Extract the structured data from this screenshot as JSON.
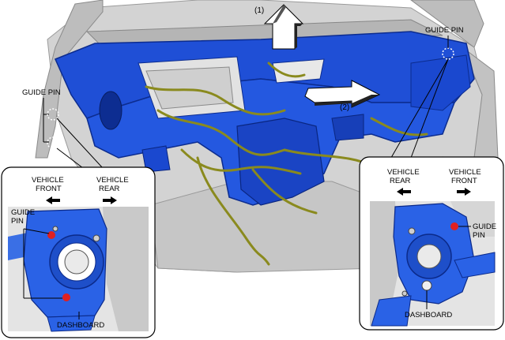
{
  "figure": {
    "callout_1": "(1)",
    "callout_2": "(2)",
    "guide_pin_top_right": "GUIDE PIN",
    "guide_pin_left": "GUIDE PIN"
  },
  "inset_left": {
    "vehicle_front_line1": "VEHICLE",
    "vehicle_front_line2": "FRONT",
    "vehicle_rear_line1": "VEHICLE",
    "vehicle_rear_line2": "REAR",
    "guide_pin_line1": "GUIDE",
    "guide_pin_line2": "PIN",
    "dashboard": "DASHBOARD"
  },
  "inset_right": {
    "vehicle_rear_line1": "VEHICLE",
    "vehicle_rear_line2": "REAR",
    "vehicle_front_line1": "VEHICLE",
    "vehicle_front_line2": "FRONT",
    "guide_pin_line1": "GUIDE",
    "guide_pin_line2": "PIN",
    "dashboard": "DASHBOARD"
  },
  "colors": {
    "dashboard_blue": "#1f4fd6",
    "dashboard_dark": "#0c2c8f",
    "harness_yellow": "#8a8a1e",
    "body_gray": "#c9c9c9",
    "pin_red": "#e02020"
  }
}
